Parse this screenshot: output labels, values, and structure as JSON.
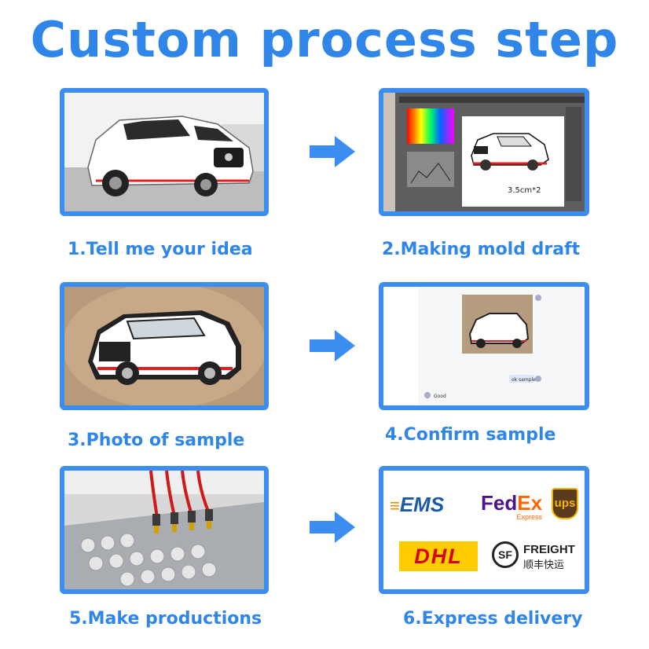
{
  "title": "Custom process step",
  "colors": {
    "accent": "#2f86e8",
    "frame": "#3b8ef0"
  },
  "steps": [
    {
      "caption": "1.Tell me your idea",
      "image": "white-suv-photo"
    },
    {
      "caption": "2.Making mold draft",
      "image": "design-software-drawing",
      "size_label": "3.5cm*2"
    },
    {
      "caption": "3.Photo of sample",
      "image": "pvc-car-patch-on-hand"
    },
    {
      "caption": "4.Confirm sample",
      "image": "chat-sample-confirmation",
      "chat_reply": "ok sample",
      "chat_bottom": "Good"
    },
    {
      "caption": "5.Make productions",
      "image": "pvc-dispensing-machine"
    },
    {
      "caption": "6.Express delivery",
      "image": "courier-logos"
    }
  ],
  "couriers": {
    "ems": "EMS",
    "fedex_fed": "Fed",
    "fedex_ex": "Ex",
    "fedex_sub": "Express",
    "ups": "ups",
    "dhl": "DHL",
    "sf_mark": "SF",
    "sf_freight": "FREIGHT",
    "sf_cn": "顺丰快运"
  }
}
